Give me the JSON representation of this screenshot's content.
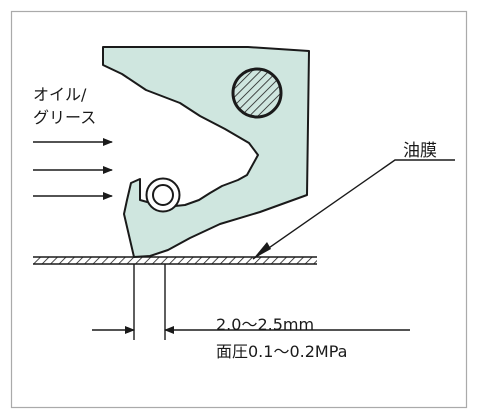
{
  "labels": {
    "oil_line1": "オイル/",
    "oil_line2": "グリース",
    "oil_film": "油膜",
    "gap_dimension": "2.0〜2.5mm",
    "surface_pressure": "面圧0.1〜0.2MPa"
  },
  "colors": {
    "frame": "#aaaaaa",
    "seal_fill": "#cfe6df",
    "stroke": "#1a1a1a"
  }
}
